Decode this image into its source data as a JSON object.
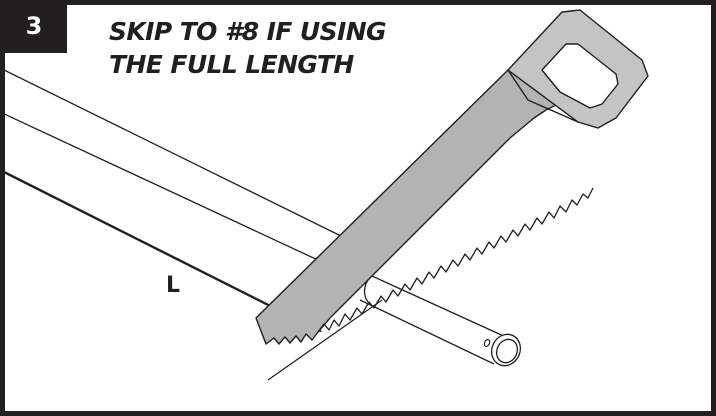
{
  "step": {
    "number": "3",
    "heading_lines": [
      "SKIP TO #8 IF USING",
      "THE FULL LENGTH"
    ]
  },
  "diagram": {
    "measurement_label": "L",
    "icons": [
      "handsaw-icon",
      "pole-tube-icon",
      "length-arrow-icon"
    ]
  },
  "colors": {
    "ink": "#231f20",
    "saw_blade": "#b3b3b3",
    "saw_handle": "#c4c4c4",
    "background": "#ffffff"
  }
}
